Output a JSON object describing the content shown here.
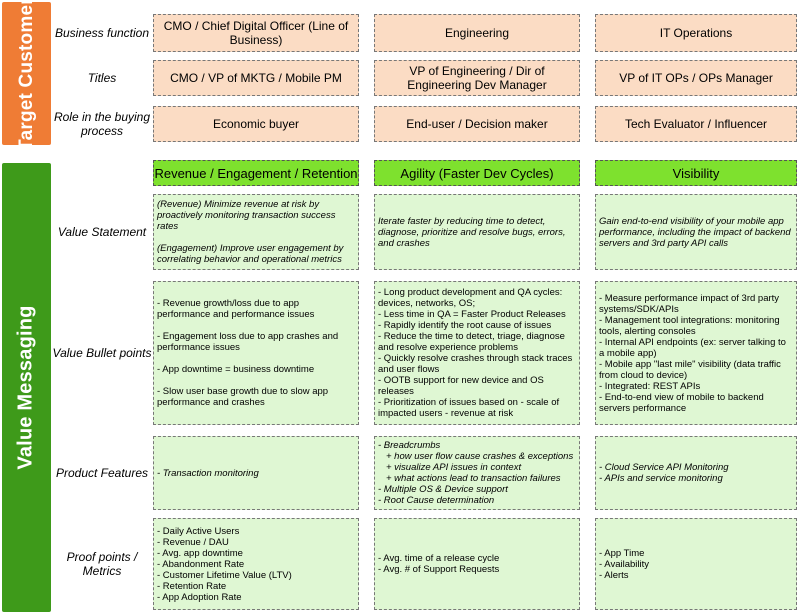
{
  "sections": {
    "target_customer": "Target Customer",
    "value_messaging": "Value Messaging"
  },
  "row_labels": {
    "business_function": "Business function",
    "titles": "Titles",
    "role": "Role in the buying process",
    "value_statement": "Value Statement",
    "value_bullets": "Value Bullet points",
    "product_features": "Product Features",
    "proof_points": "Proof points / Metrics"
  },
  "columns": [
    {
      "business_function": "CMO / Chief Digital Officer (Line of Business)",
      "title": "CMO / VP of MKTG / Mobile PM",
      "role": "Economic buyer",
      "heading": "Revenue / Engagement / Retention",
      "value_statement": [
        "(Revenue) Minimize revenue at risk by proactively monitoring transaction success rates",
        "(Engagement) Improve user engagement by correlating behavior and operational metrics"
      ],
      "bullets": [
        "- Revenue growth/loss due to app performance and performance issues",
        "- Engagement loss due to app crashes and performance issues",
        "- App downtime = business downtime",
        "- Slow user base growth due to slow app performance and crashes"
      ],
      "features": [
        "- Transaction monitoring"
      ],
      "metrics": [
        "- Daily Active Users",
        "- Revenue / DAU",
        "- Avg. app downtime",
        "- Abandonment Rate",
        "- Customer Lifetime Value (LTV)",
        "- Retention Rate",
        "- App Adoption Rate"
      ]
    },
    {
      "business_function": "Engineering",
      "title": "VP of Engineering / Dir of Engineering Dev Manager",
      "role": "End-user / Decision maker",
      "heading": "Agility (Faster Dev Cycles)",
      "value_statement": [
        "Iterate faster by reducing time to detect, diagnose, prioritize and resolve bugs, errors, and crashes"
      ],
      "bullets": [
        "- Long product development and QA cycles: devices, networks, OS;",
        "- Less time in QA = Faster Product Releases",
        "- Rapidly identify the root cause of issues",
        "- Reduce the time to detect, triage, diagnose and resolve experience problems",
        "- Quickly resolve crashes through stack traces and user flows",
        "- OOTB support for new device and OS releases",
        "- Prioritization of issues based on - scale of impacted users - revenue at risk"
      ],
      "features": [
        "- Breadcrumbs",
        "+ how user flow cause crashes & exceptions",
        "+ visualize API issues in context",
        "+ what actions lead to transaction failures",
        "- Multiple OS & Device support",
        "- Root Cause determination"
      ],
      "metrics": [
        "- Avg. time of a release cycle",
        "- Avg. # of Support Requests"
      ]
    },
    {
      "business_function": "IT Operations",
      "title": "VP of IT OPs / OPs Manager",
      "role": "Tech Evaluator / Influencer",
      "heading": "Visibility",
      "value_statement": [
        "Gain end-to-end visibility of your mobile app performance, including the impact of backend servers and 3rd party API calls"
      ],
      "bullets": [
        "- Measure performance impact of 3rd party systems/SDK/APIs",
        "- Management tool integrations: monitoring tools, alerting consoles",
        "- Internal API endpoints (ex: server talking to a mobile app)",
        "- Mobile app \"last mile\" visibility (data traffic from cloud to device)",
        "- Integrated: REST APIs",
        "- End-to-end view of mobile to backend servers performance"
      ],
      "features": [
        "- Cloud Service API Monitoring",
        "- APIs and service monitoring"
      ],
      "metrics": [
        "- App Time",
        "- Availability",
        "- Alerts"
      ]
    }
  ]
}
